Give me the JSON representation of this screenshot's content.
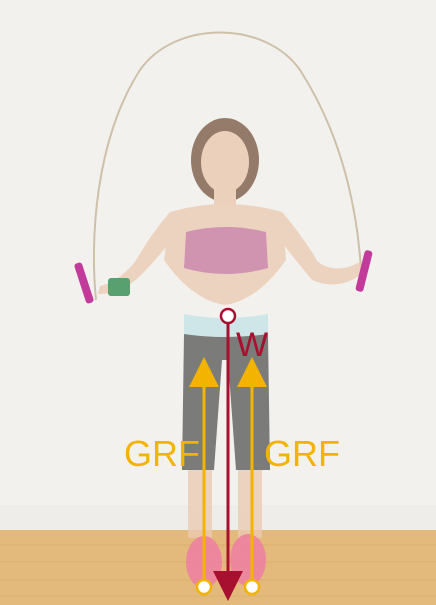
{
  "labels": {
    "weight": "W",
    "grf_left": "GRF",
    "grf_right": "GRF"
  },
  "colors": {
    "weight_arrow": "#a8102f",
    "grf_arrow": "#f2b400",
    "label_grf": "#f2b400",
    "label_weight": "#a8102f",
    "wall": "#f3f1ee",
    "floor": "#e3b97c",
    "top_color": "#c77aa0",
    "leggings": "#5a5a5a",
    "waistband": "#c6e4e8",
    "shoes": "#f07aa8",
    "rope": "#c7b79c",
    "handle": "#c23b9a",
    "wristband": "#2f8a4f"
  },
  "icons": {
    "center_of_mass": "circle-marker",
    "contact_point": "circle-marker"
  }
}
